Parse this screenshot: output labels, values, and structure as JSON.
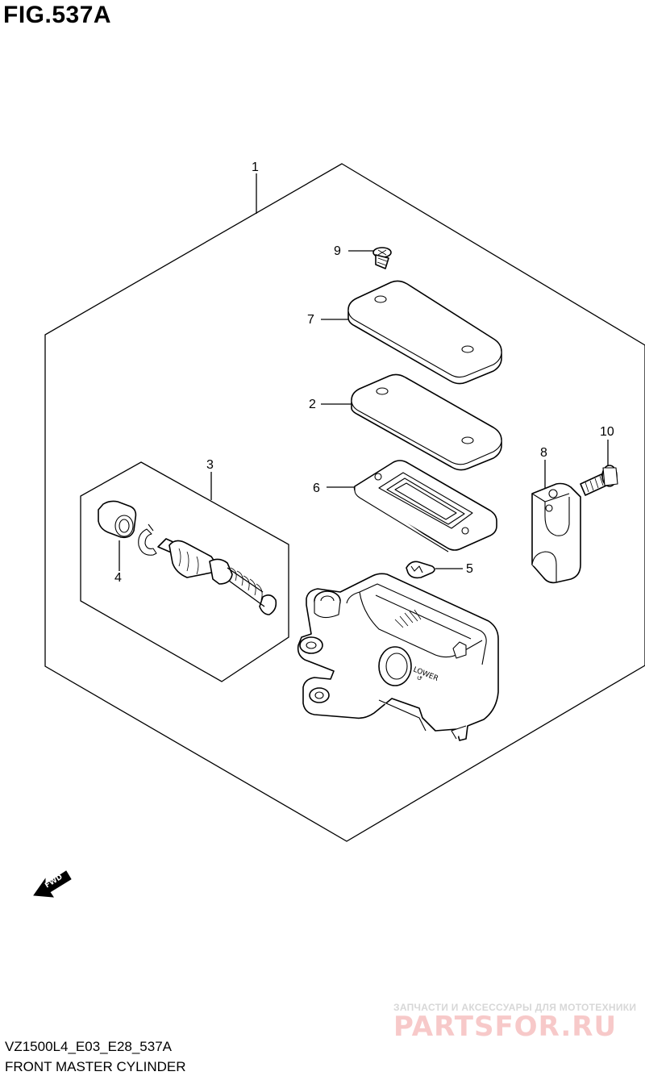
{
  "figure_title": "FIG.537A",
  "model_code": "VZ1500L4_E03_E28_537A",
  "assembly_name": "FRONT MASTER CYLINDER",
  "direction_label": "FWD",
  "callouts": [
    "1",
    "2",
    "3",
    "4",
    "5",
    "6",
    "7",
    "8",
    "9",
    "10"
  ],
  "watermark": {
    "tagline": "ЗАПЧАСТИ И АКСЕССУАРЫ ДЛЯ МОТОТЕХНИКИ",
    "brand": "PARTSFOR.RU"
  }
}
